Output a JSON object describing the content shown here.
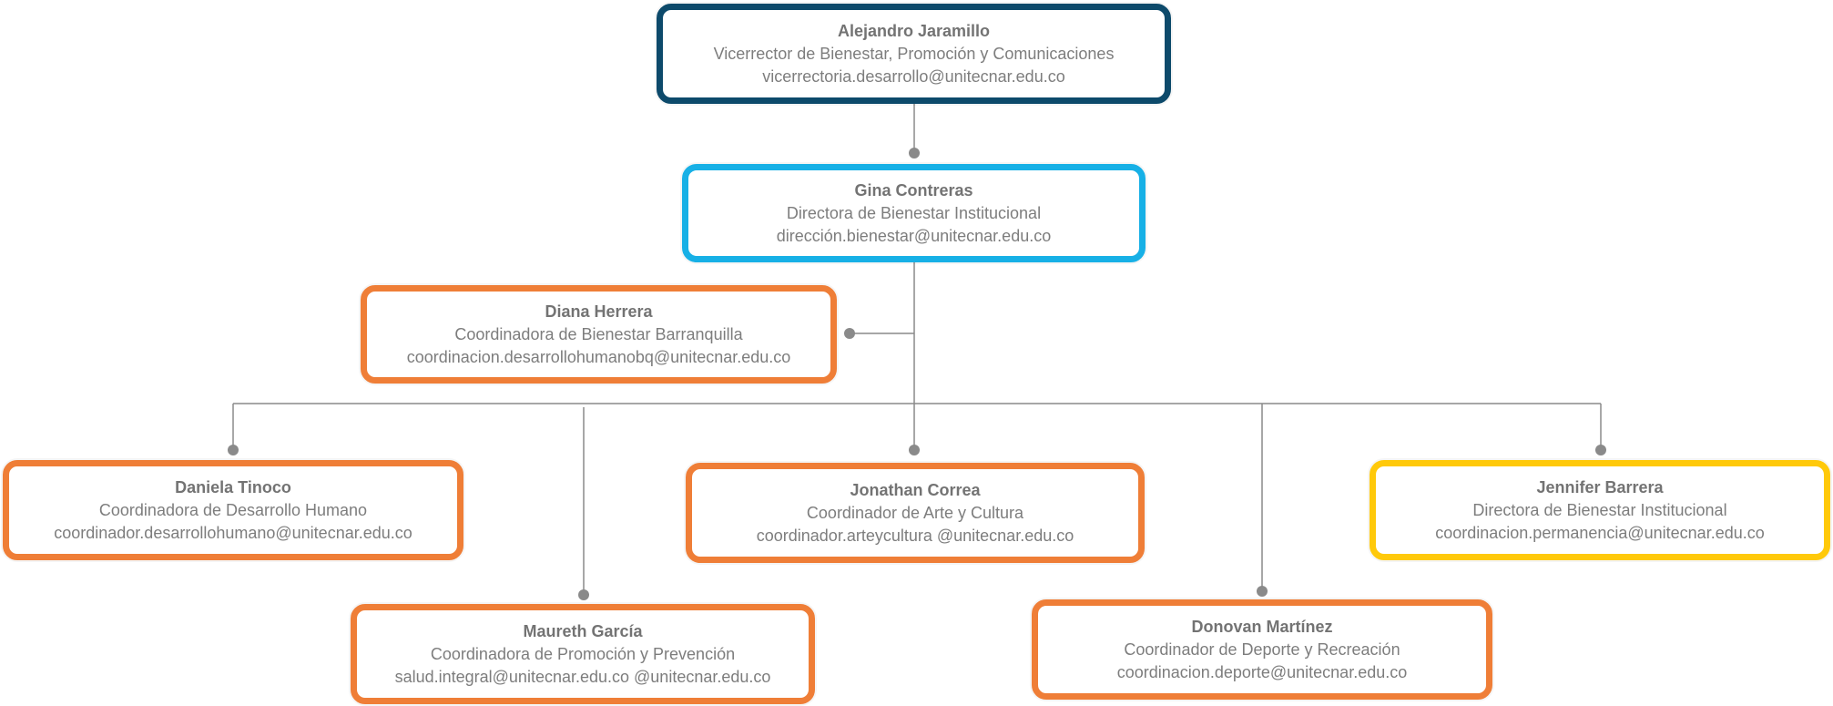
{
  "colors": {
    "executive": "#0d4a6b",
    "director": "#17b0e6",
    "coordinator": "#ef7e37",
    "highlight": "#ffc90a",
    "connector": "#7f7f7f"
  },
  "nodes": {
    "vicerrector": {
      "name": "Alejandro Jaramillo",
      "role": "Vicerrector de Bienestar, Promoción y Comunicaciones",
      "email": "vicerrectoria.desarrollo@unitecnar.edu.co"
    },
    "directora": {
      "name": "Gina Contreras",
      "role": "Directora de Bienestar Institucional",
      "email": "dirección.bienestar@unitecnar.edu.co"
    },
    "barranquilla": {
      "name": "Diana Herrera",
      "role": "Coordinadora de Bienestar Barranquilla",
      "email": "coordinacion.desarrollohumanobq@unitecnar.edu.co"
    },
    "desarrollo_humano": {
      "name": "Daniela Tinoco",
      "role": "Coordinadora de Desarrollo Humano",
      "email": "coordinador.desarrollohumano@unitecnar.edu.co"
    },
    "promocion": {
      "name": "Maureth García",
      "role": "Coordinadora de Promoción y Prevención",
      "email": "salud.integral@unitecnar.edu.co @unitecnar.edu.co"
    },
    "arte_cultura": {
      "name": "Jonathan Correa",
      "role": "Coordinador de Arte y Cultura",
      "email": "coordinador.arteycultura @unitecnar.edu.co"
    },
    "deporte": {
      "name": "Donovan Martínez",
      "role": "Coordinador de Deporte y Recreación",
      "email": "coordinacion.deporte@unitecnar.edu.co"
    },
    "permanencia": {
      "name": "Jennifer Barrera",
      "role": "Directora de Bienestar Institucional",
      "email": "coordinacion.permanencia@unitecnar.edu.co"
    }
  }
}
